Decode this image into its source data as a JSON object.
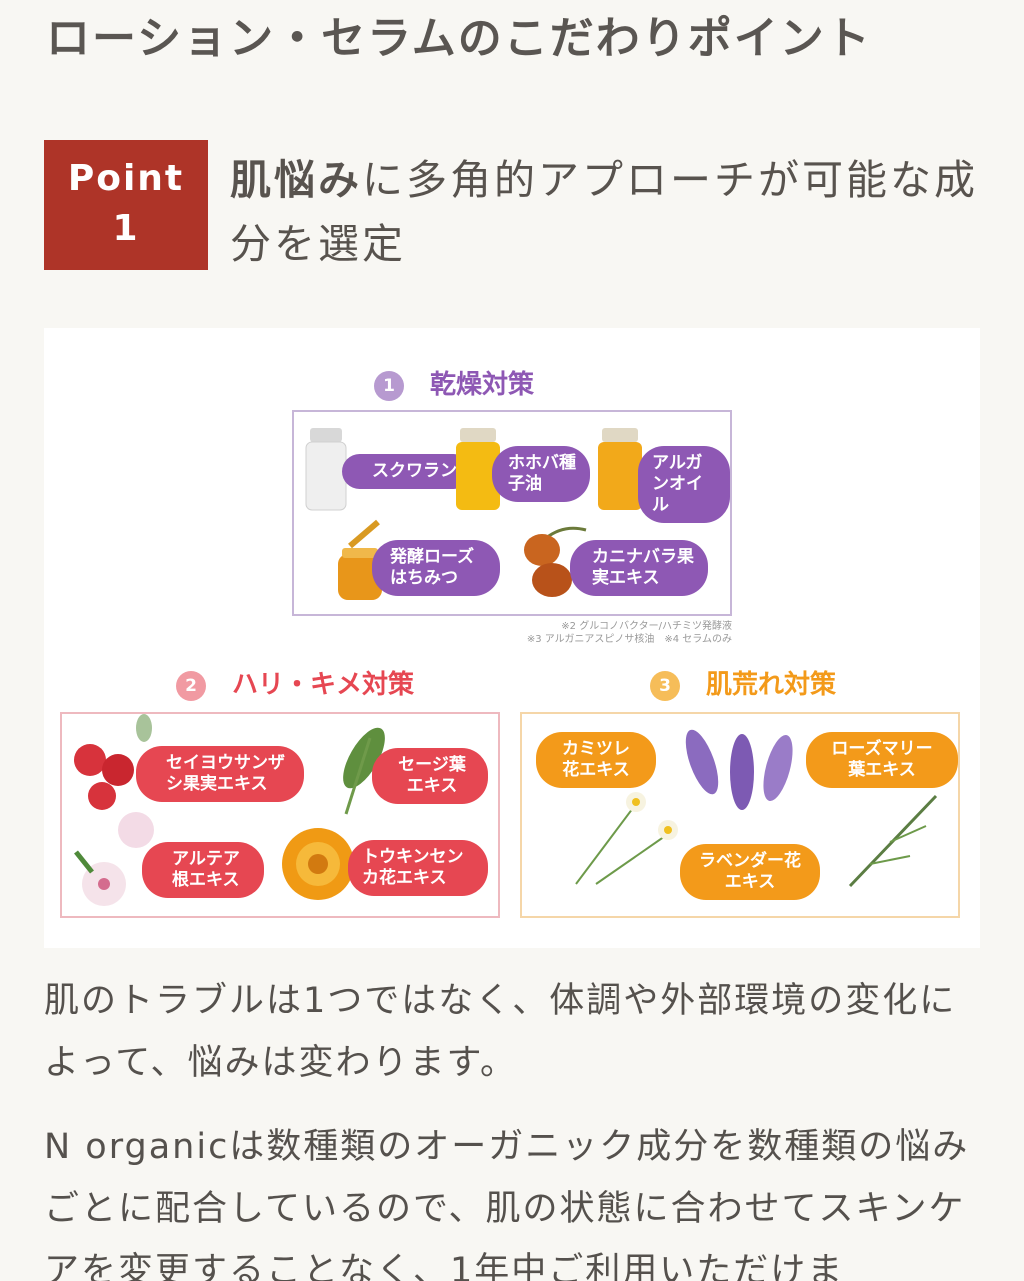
{
  "header": {
    "title": "ローション・セラムのこだわりポイント"
  },
  "point": {
    "badge_word": "Point",
    "badge_number": "1",
    "heading_bold": "肌悩み",
    "heading_rest": "に多角的アプローチが可能な成分を選定"
  },
  "figure": {
    "dry": {
      "number": "1",
      "title": "乾燥対策",
      "items": [
        "スクワラン",
        "ホホバ種子油",
        "アルガンオイル",
        "発酵ローズはちみつ",
        "カニナバラ果実エキス"
      ],
      "notes": [
        "※2 グルコノバクター/ハチミツ発酵液",
        "※3 アルガニアスピノサ核油　※4 セラムのみ"
      ]
    },
    "firm": {
      "number": "2",
      "title": "ハリ・キメ対策",
      "items": [
        "セイヨウサンザシ果実エキス",
        "セージ葉エキス",
        "アルテア根エキス",
        "トウキンセンカ花エキス"
      ]
    },
    "rough": {
      "number": "3",
      "title": "肌荒れ対策",
      "items": [
        "カミツレ花エキス",
        "ローズマリー葉エキス",
        "ラベンダー花エキス"
      ]
    },
    "colors": {
      "purple": "#8e58b4",
      "red": "#e64752",
      "orange": "#f39a1a",
      "badge": "#ae3428"
    }
  },
  "body": {
    "paragraph1": "肌のトラブルは1つではなく、体調や外部環境の変化によって、悩みは変わります。",
    "paragraph2": "N organicは数種類のオーガニック成分を数種類の悩みごとに配合しているので、肌の状態に合わせてスキンケアを変更することなく、1年中ご利用いただけま"
  }
}
